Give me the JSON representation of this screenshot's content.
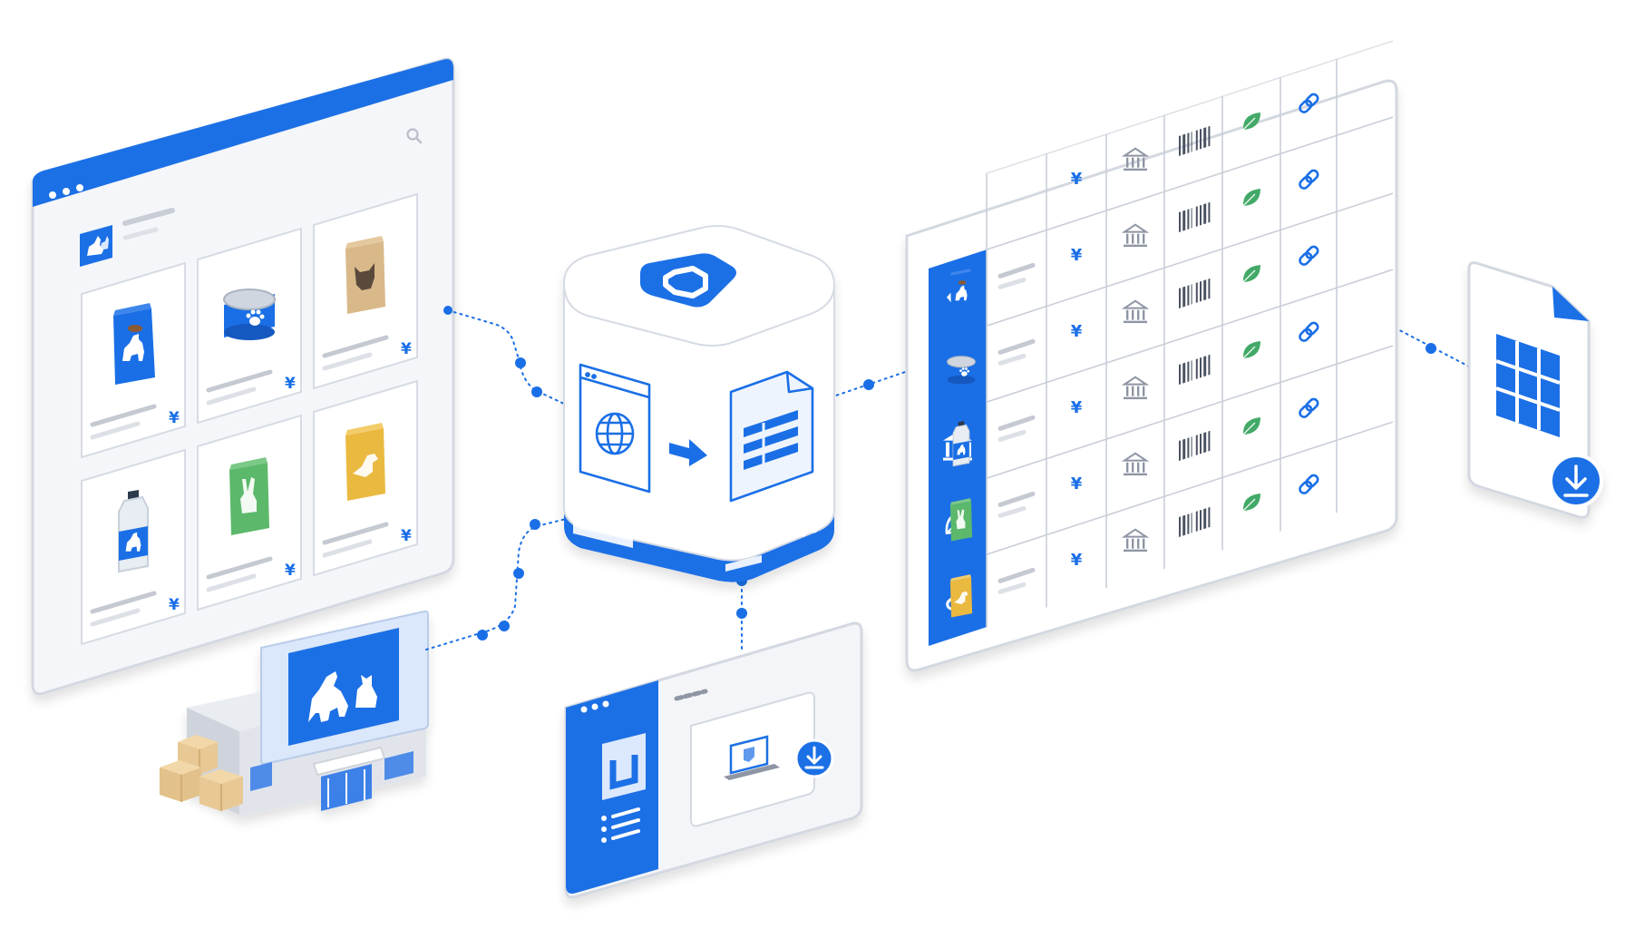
{
  "colors": {
    "primary": "#1a6fe6",
    "frame": "#d6dbe4",
    "panel": "#f7f8fb",
    "line": "#c9ced8",
    "placeholder": "#c4c9d2",
    "leaf": "#43a968",
    "kraft": "#d9b98a",
    "bag_green": "#5cb86b",
    "bag_yellow": "#eab940",
    "box": "#e8c894"
  },
  "currency_symbol": "¥",
  "dollar_symbol": "$",
  "catalog": {
    "products": [
      {
        "kind": "dog-food-bag",
        "price": "¥"
      },
      {
        "kind": "pet-food-can",
        "price": "¥"
      },
      {
        "kind": "cat-food-bag",
        "price": "¥"
      },
      {
        "kind": "pet-shampoo-bottle",
        "price": "¥"
      },
      {
        "kind": "rabbit-food-bag",
        "price": "¥"
      },
      {
        "kind": "bird-food-bag",
        "price": "¥"
      }
    ]
  },
  "data_table": {
    "column_icons": [
      "tag-icon",
      "dollar-icon",
      "bank-icon",
      "leaf-icon",
      "link-icon"
    ],
    "rows": [
      {
        "product": "dog-food-bag",
        "price": "¥"
      },
      {
        "product": "pet-food-can",
        "price": "¥"
      },
      {
        "product": "pet-shampoo-bottle",
        "price": "¥"
      },
      {
        "product": "rabbit-food-bag",
        "price": "¥"
      },
      {
        "product": "bird-food-bag",
        "price": "¥"
      }
    ]
  },
  "icons": {
    "hub": "octagon-logo-icon",
    "web": "globe-browser-icon",
    "sheet": "document-table-icon",
    "export": "spreadsheet-download-icon",
    "store": "pet-store-icon"
  }
}
